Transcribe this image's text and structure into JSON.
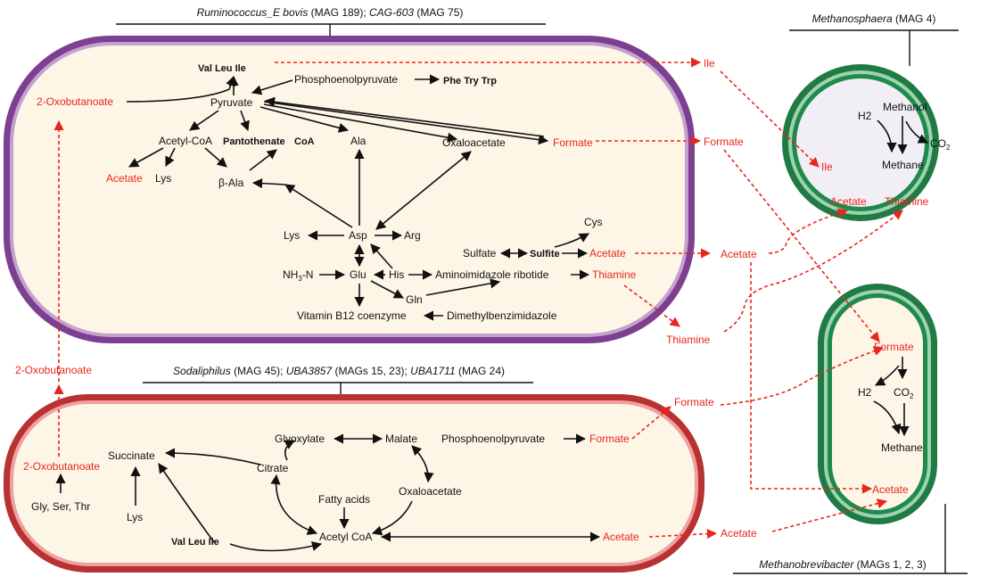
{
  "headers": {
    "top": [
      {
        "text": "Ruminococcus_E bovis",
        "italic": true
      },
      {
        "text": " (MAG 189); ",
        "italic": false
      },
      {
        "text": "CAG-603",
        "italic": true
      },
      {
        "text": " (MAG 75)",
        "italic": false
      }
    ],
    "bottom": [
      {
        "text": "Sodaliphilus",
        "italic": true
      },
      {
        "text": " (MAG 45); ",
        "italic": false
      },
      {
        "text": "UBA3857",
        "italic": true
      },
      {
        "text": " (MAGs 15, 23); ",
        "italic": false
      },
      {
        "text": "UBA1711",
        "italic": true
      },
      {
        "text": " (MAG 24)",
        "italic": false
      }
    ],
    "methanosphaera": [
      {
        "text": "Methanosphaera",
        "italic": true
      },
      {
        "text": " (MAG 4)",
        "italic": false
      }
    ],
    "methanobrevibacter": [
      {
        "text": "Methanobrevibacter",
        "italic": true
      },
      {
        "text": " (MAGs 1, 2, 3)",
        "italic": false
      }
    ]
  },
  "top_cell": {
    "val_leu_ile": "Val  Leu  Ile",
    "pep": "Phosphoenolpyruvate",
    "phe_try_trp": "Phe  Try  Trp",
    "oxobutanoate": "2-Oxobutanoate",
    "pyruvate": "Pyruvate",
    "acetyl_coa": "Acetyl-CoA",
    "pantothenate": "Pantothenate",
    "coa": "CoA",
    "ala": "Ala",
    "oxaloacetate": "Oxaloacetate",
    "formate": "Formate",
    "acetate": "Acetate",
    "lys": "Lys",
    "beta_ala": "β-Ala",
    "cys": "Cys",
    "lys2": "Lys",
    "asp": "Asp",
    "arg": "Arg",
    "sulfate": "Sulfate",
    "sulfite": "Sulfite",
    "acetate2": "Acetate",
    "nh3n": "NH",
    "nh3n_sub": "3",
    "nh3n_end": "-N",
    "glu": "Glu",
    "his": "His",
    "aminoimidazole": "Aminoimidazole ribotide",
    "thiamine": "Thiamine",
    "gln": "Gln",
    "vitb12": "Vitamin B12 coenzyme",
    "dmb": "Dimethylbenzimidazole"
  },
  "bottom_cell": {
    "glyoxylate": "Glyoxylate",
    "malate": "Malate",
    "pep": "Phosphoenolpyruvate",
    "formate": "Formate",
    "succinate": "Succinate",
    "oxobutanoate": "2-Oxobutanoate",
    "citrate": "Citrate",
    "fatty_acids": "Fatty acids",
    "oxaloacetate": "Oxaloacetate",
    "gly_ser_thr": "Gly, Ser, Thr",
    "lys": "Lys",
    "val_leu_ile": "Val  Leu  Ile",
    "acetyl_coa": "Acetyl CoA",
    "acetate": "Acetate"
  },
  "between": {
    "ile": "Ile",
    "formate": "Formate",
    "acetate": "Acetate",
    "thiamine": "Thiamine",
    "oxobutanoate": "2-Oxobutanoate",
    "formate_bottom": "Formate",
    "acetate_bottom": "Acetate"
  },
  "methanosphaera_cell": {
    "h2": "H2",
    "methanol": "Methanol",
    "co2": "CO",
    "co2_sub": "2",
    "ile": "Ile",
    "methane": "Methane",
    "acetate": "Acetate",
    "thiamine": "Thiamine"
  },
  "methanobrevibacter_cell": {
    "formate": "Formate",
    "h2": "H2",
    "co2": "CO",
    "co2_sub": "2",
    "methane": "Methane",
    "acetate": "Acetate"
  },
  "colors": {
    "purple_membrane": "#7d3f8f",
    "red_membrane": "#d64848",
    "green_membrane": "#1f8a4c",
    "cytoplasm": "#fdf6e6",
    "methanosphaera_cytoplasm": "#f1eef6",
    "metabolite_red": "#e8261c"
  }
}
